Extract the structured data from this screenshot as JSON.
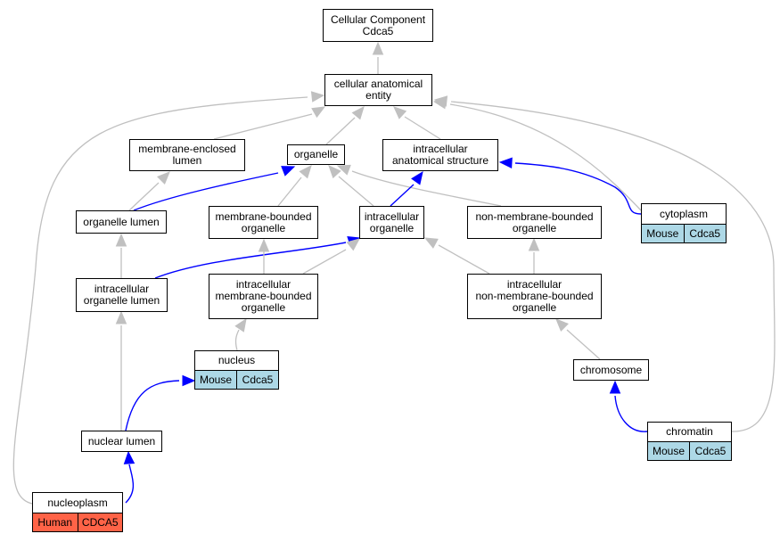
{
  "colors": {
    "grey_edge": "#c0c0c0",
    "blue_edge": "#0000ff",
    "mouse_tag": "#add8e6",
    "human_tag": "#ff6347"
  },
  "nodes": {
    "root": {
      "label": "Cellular Component\nCdca5"
    },
    "cae": {
      "label": "cellular anatomical\nentity"
    },
    "mel": {
      "label": "membrane-enclosed\nlumen"
    },
    "org": {
      "label": "organelle"
    },
    "ias": {
      "label": "intracellular\nanatomical structure"
    },
    "ol": {
      "label": "organelle lumen"
    },
    "mbo": {
      "label": "membrane-bounded\norganelle"
    },
    "io": {
      "label": "intracellular\norganelle"
    },
    "nmbo": {
      "label": "non-membrane-bounded\norganelle"
    },
    "cyt": {
      "label": "cytoplasm",
      "tags": [
        {
          "text": "Mouse",
          "kind": "mouse"
        },
        {
          "text": "Cdca5",
          "kind": "mouse"
        }
      ]
    },
    "iol": {
      "label": "intracellular\norganelle lumen"
    },
    "imbo": {
      "label": "intracellular\nmembrane-bounded\norganelle"
    },
    "inmbo": {
      "label": "intracellular\nnon-membrane-bounded\norganelle"
    },
    "nuc": {
      "label": "nucleus",
      "tags": [
        {
          "text": "Mouse",
          "kind": "mouse"
        },
        {
          "text": "Cdca5",
          "kind": "mouse"
        }
      ]
    },
    "chr": {
      "label": "chromosome"
    },
    "nl": {
      "label": "nuclear lumen"
    },
    "chro": {
      "label": "chromatin",
      "tags": [
        {
          "text": "Mouse",
          "kind": "mouse"
        },
        {
          "text": "Cdca5",
          "kind": "mouse"
        }
      ]
    },
    "np": {
      "label": "nucleoplasm",
      "tags": [
        {
          "text": "Human",
          "kind": "human"
        },
        {
          "text": "CDCA5",
          "kind": "human"
        }
      ]
    }
  },
  "edges": [
    {
      "from": "cae",
      "to": "root",
      "kind": "is_a"
    },
    {
      "from": "mel",
      "to": "cae",
      "kind": "is_a"
    },
    {
      "from": "org",
      "to": "cae",
      "kind": "is_a"
    },
    {
      "from": "ias",
      "to": "cae",
      "kind": "is_a"
    },
    {
      "from": "cyt",
      "to": "cae",
      "kind": "is_a"
    },
    {
      "from": "np",
      "to": "cae",
      "kind": "is_a"
    },
    {
      "from": "chro",
      "to": "cae",
      "kind": "is_a"
    },
    {
      "from": "cyt",
      "to": "ias",
      "kind": "part_of"
    },
    {
      "from": "ol",
      "to": "mel",
      "kind": "is_a"
    },
    {
      "from": "ol",
      "to": "org",
      "kind": "part_of"
    },
    {
      "from": "mbo",
      "to": "org",
      "kind": "is_a"
    },
    {
      "from": "io",
      "to": "org",
      "kind": "is_a"
    },
    {
      "from": "nmbo",
      "to": "org",
      "kind": "is_a"
    },
    {
      "from": "io",
      "to": "ias",
      "kind": "part_of"
    },
    {
      "from": "iol",
      "to": "ol",
      "kind": "is_a"
    },
    {
      "from": "iol",
      "to": "io",
      "kind": "part_of"
    },
    {
      "from": "imbo",
      "to": "mbo",
      "kind": "is_a"
    },
    {
      "from": "imbo",
      "to": "io",
      "kind": "is_a"
    },
    {
      "from": "inmbo",
      "to": "io",
      "kind": "is_a"
    },
    {
      "from": "inmbo",
      "to": "nmbo",
      "kind": "is_a"
    },
    {
      "from": "nuc",
      "to": "imbo",
      "kind": "is_a"
    },
    {
      "from": "chr",
      "to": "inmbo",
      "kind": "is_a"
    },
    {
      "from": "nl",
      "to": "iol",
      "kind": "is_a"
    },
    {
      "from": "nl",
      "to": "nuc",
      "kind": "part_of"
    },
    {
      "from": "chro",
      "to": "chr",
      "kind": "part_of"
    },
    {
      "from": "np",
      "to": "nl",
      "kind": "part_of"
    }
  ]
}
